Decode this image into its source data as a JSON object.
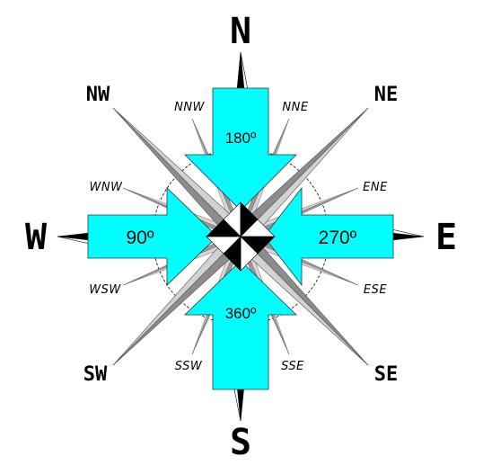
{
  "compass": {
    "cardinals": {
      "north": "N",
      "east": "E",
      "south": "S",
      "west": "W"
    },
    "intercardinals": {
      "northeast": "NE",
      "southeast": "SE",
      "southwest": "SW",
      "northwest": "NW"
    },
    "secondary": {
      "nne": "NNE",
      "ene": "ENE",
      "ese": "ESE",
      "sse": "SSE",
      "ssw": "SSW",
      "wsw": "WSW",
      "wnw": "WNW",
      "nnw": "NNW"
    }
  },
  "arrows": {
    "top": "180º",
    "right": "270º",
    "bottom": "360º",
    "left": "90º"
  },
  "colors": {
    "arrow_fill": "#00ffff",
    "ray_light": "#d6d6d6",
    "ray_dark": "#8c8c8c",
    "center_black": "#000000"
  }
}
